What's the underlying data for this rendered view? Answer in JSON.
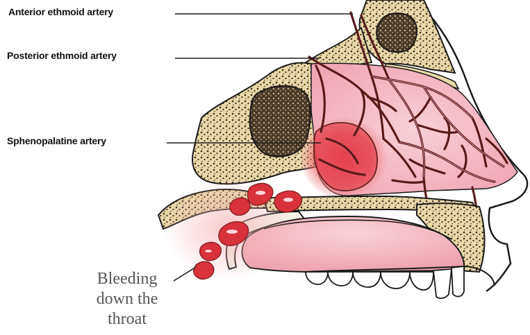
{
  "labels": {
    "anterior_ethmoid": "Anterior ethmoid artery",
    "posterior_ethmoid": "Posterior ethmoid artery",
    "sphenopalatine": "Sphenopalatine artery",
    "bleeding": [
      "Bleeding",
      "down the",
      "throat"
    ]
  },
  "colors": {
    "bone": "#e8d8a8",
    "bone_dots": "#3a2a15",
    "sinus_dark": "#4a3a2a",
    "artery": "#5a1a1a",
    "mucosa_pink": "#f7c7d0",
    "bleeding_red": "#e03a2a",
    "bleed_spot": "#d8323a",
    "outline": "#1a1a1a"
  }
}
